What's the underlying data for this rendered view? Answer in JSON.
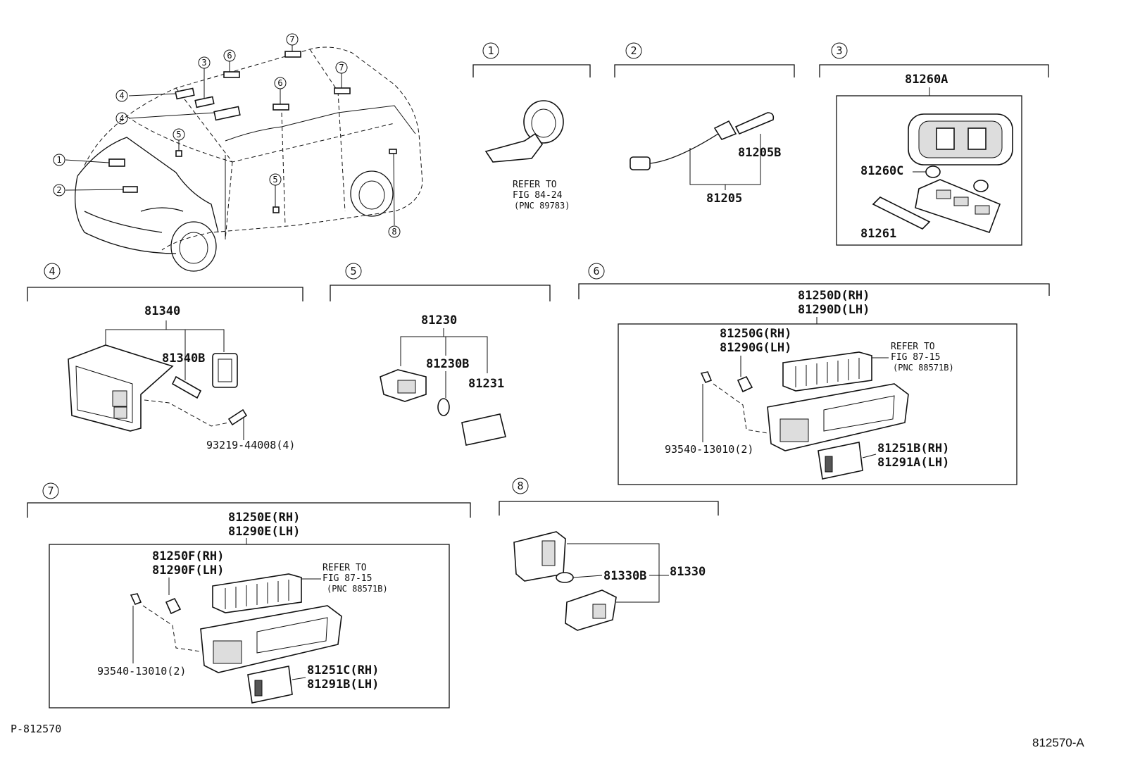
{
  "diagram_code": "P-812570",
  "figure_id": "812570-A",
  "overview": {
    "callouts": [
      "1",
      "2",
      "3",
      "4",
      "4",
      "5",
      "5",
      "6",
      "6",
      "7",
      "7",
      "8"
    ]
  },
  "sections": {
    "s1": {
      "number": "1",
      "refer_line1": "REFER TO",
      "refer_line2": "FIG 84-24",
      "refer_line3": "(PNC 89783)"
    },
    "s2": {
      "number": "2",
      "part_main": "81205",
      "part_b": "81205B"
    },
    "s3": {
      "number": "3",
      "part_main": "81260A",
      "part_c": "81260C",
      "part_lens": "81261"
    },
    "s4": {
      "number": "4",
      "part_main": "81340",
      "part_b": "81340B",
      "screw": "93219-44008(4)"
    },
    "s5": {
      "number": "5",
      "part_main": "81230",
      "part_b": "81230B",
      "part_lens": "81231"
    },
    "s6": {
      "number": "6",
      "assy_rh": "81250D(RH)",
      "assy_lh": "81290D(LH)",
      "bulb_rh": "81250G(RH)",
      "bulb_lh": "81290G(LH)",
      "refer_line1": "REFER TO",
      "refer_line2": "FIG 87-15",
      "refer_line3": "(PNC 88571B)",
      "screw": "93540-13010(2)",
      "lens_rh": "81251B(RH)",
      "lens_lh": "81291A(LH)"
    },
    "s7": {
      "number": "7",
      "assy_rh": "81250E(RH)",
      "assy_lh": "81290E(LH)",
      "bulb_rh": "81250F(RH)",
      "bulb_lh": "81290F(LH)",
      "refer_line1": "REFER TO",
      "refer_line2": "FIG 87-15",
      "refer_line3": "(PNC 88571B)",
      "screw": "93540-13010(2)",
      "lens_rh": "81251C(RH)",
      "lens_lh": "81291B(LH)"
    },
    "s8": {
      "number": "8",
      "part_main": "81330",
      "part_b": "81330B"
    }
  }
}
